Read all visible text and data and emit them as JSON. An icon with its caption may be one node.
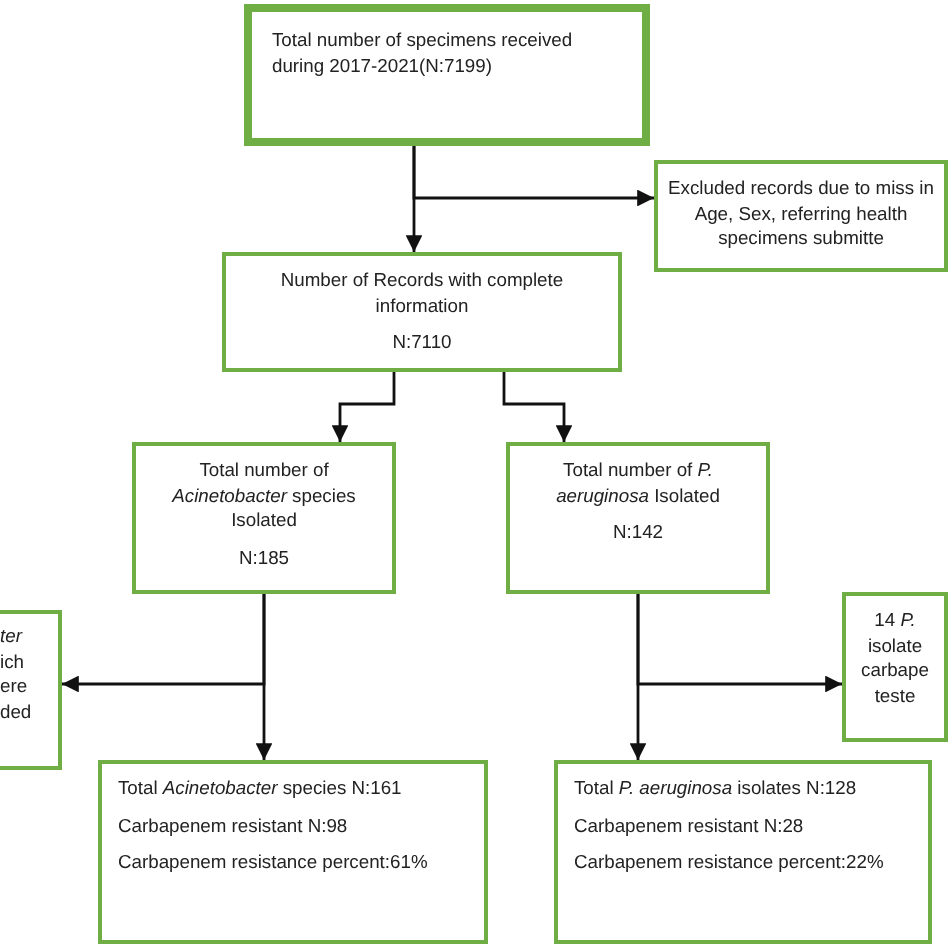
{
  "diagram": {
    "nodes": [
      {
        "text": [
          "Total number of specimens received during 2017-2021(N:7199)"
        ]
      },
      {
        "text": [
          "Excluded records due to miss in Age, Sex, referring health specimens submitte"
        ]
      },
      {
        "text": [
          "Number of Records with complete information",
          "N:7110"
        ]
      },
      {
        "text": [
          "Total number of *Acinetobacter* species Isolated",
          "N:185"
        ]
      },
      {
        "text": [
          "Total number of *P. aeruginosa* Isolated",
          "N:142"
        ]
      },
      {
        "text": [
          "*ter* ich ere ded"
        ]
      },
      {
        "text": [
          "14 *P.* isolate carbape teste"
        ]
      },
      {
        "text": [
          "Total *Acinetobacter* species N:161",
          "Carbapenem resistant N:98",
          "Carbapenem resistance percent:61%"
        ]
      },
      {
        "text": [
          "Total *P. aeruginosa* isolates N:128",
          "Carbapenem resistant N:28",
          "Carbapenem resistance percent:22%"
        ]
      }
    ],
    "edges": [
      {
        "from": 0,
        "to": 2,
        "arrow": "to"
      },
      {
        "from": 0,
        "to": 1,
        "arrow": "to"
      },
      {
        "from": 2,
        "to": 3,
        "arrow": "to"
      },
      {
        "from": 2,
        "to": 4,
        "arrow": "to"
      },
      {
        "from": 3,
        "to": 5,
        "arrow": "to"
      },
      {
        "from": 3,
        "to": 7,
        "arrow": "to"
      },
      {
        "from": 4,
        "to": 6,
        "arrow": "to"
      },
      {
        "from": 4,
        "to": 8,
        "arrow": "to"
      }
    ]
  }
}
